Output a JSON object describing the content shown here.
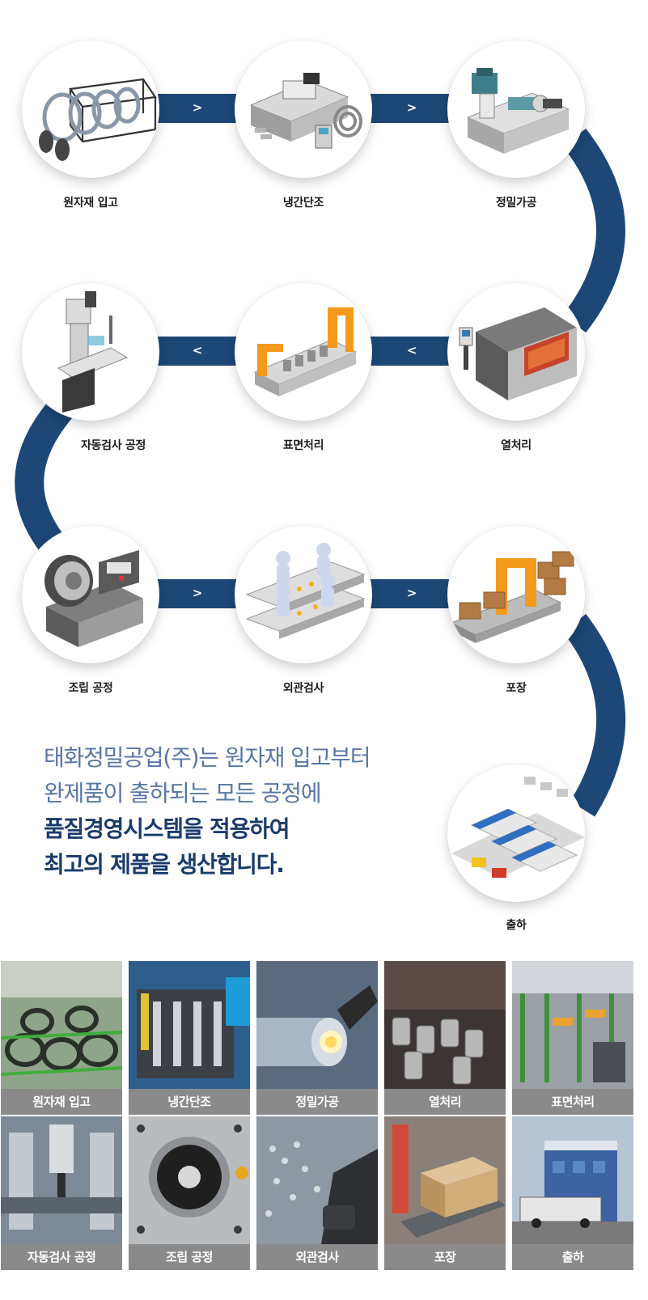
{
  "process": {
    "steps": [
      {
        "label": "원자재 입고",
        "icon": "wire-coil-cart-icon"
      },
      {
        "label": "냉간단조",
        "icon": "forging-machine-icon"
      },
      {
        "label": "정밀가공",
        "icon": "cnc-lathe-icon"
      },
      {
        "label": "열처리",
        "icon": "heat-treatment-furnace-icon"
      },
      {
        "label": "표면처리",
        "icon": "surface-treatment-line-icon"
      },
      {
        "label": "자동검사 공정",
        "icon": "auto-inspection-machine-icon"
      },
      {
        "label": "조립 공정",
        "icon": "assembly-machine-icon"
      },
      {
        "label": "외관검사",
        "icon": "visual-inspection-workers-icon"
      },
      {
        "label": "포장",
        "icon": "packaging-conveyor-icon"
      },
      {
        "label": "출하",
        "icon": "factory-shipping-icon"
      }
    ],
    "arrows": [
      ">",
      ">",
      "<",
      "<",
      ">",
      ">"
    ]
  },
  "headline": {
    "line1": "태화정밀공업(주)는 원자재 입고부터",
    "line2": "완제품이 출하되는 모든 공정에",
    "line3": "품질경영시스템을 적용하여",
    "line4": "최고의 제품을 생산합니다."
  },
  "gallery": {
    "photos": [
      {
        "caption": "원자재 입고"
      },
      {
        "caption": "냉간단조"
      },
      {
        "caption": "정밀가공"
      },
      {
        "caption": "열처리"
      },
      {
        "caption": "표면처리"
      },
      {
        "caption": "자동검사 공정"
      },
      {
        "caption": "조립 공정"
      },
      {
        "caption": "외관검사"
      },
      {
        "caption": "포장"
      },
      {
        "caption": "출하"
      }
    ]
  },
  "colors": {
    "flow_path": "#1d4777",
    "headline_light": "#5877a6",
    "headline_strong": "#1a3b6c",
    "caption_bar": "#8a8a8a"
  }
}
